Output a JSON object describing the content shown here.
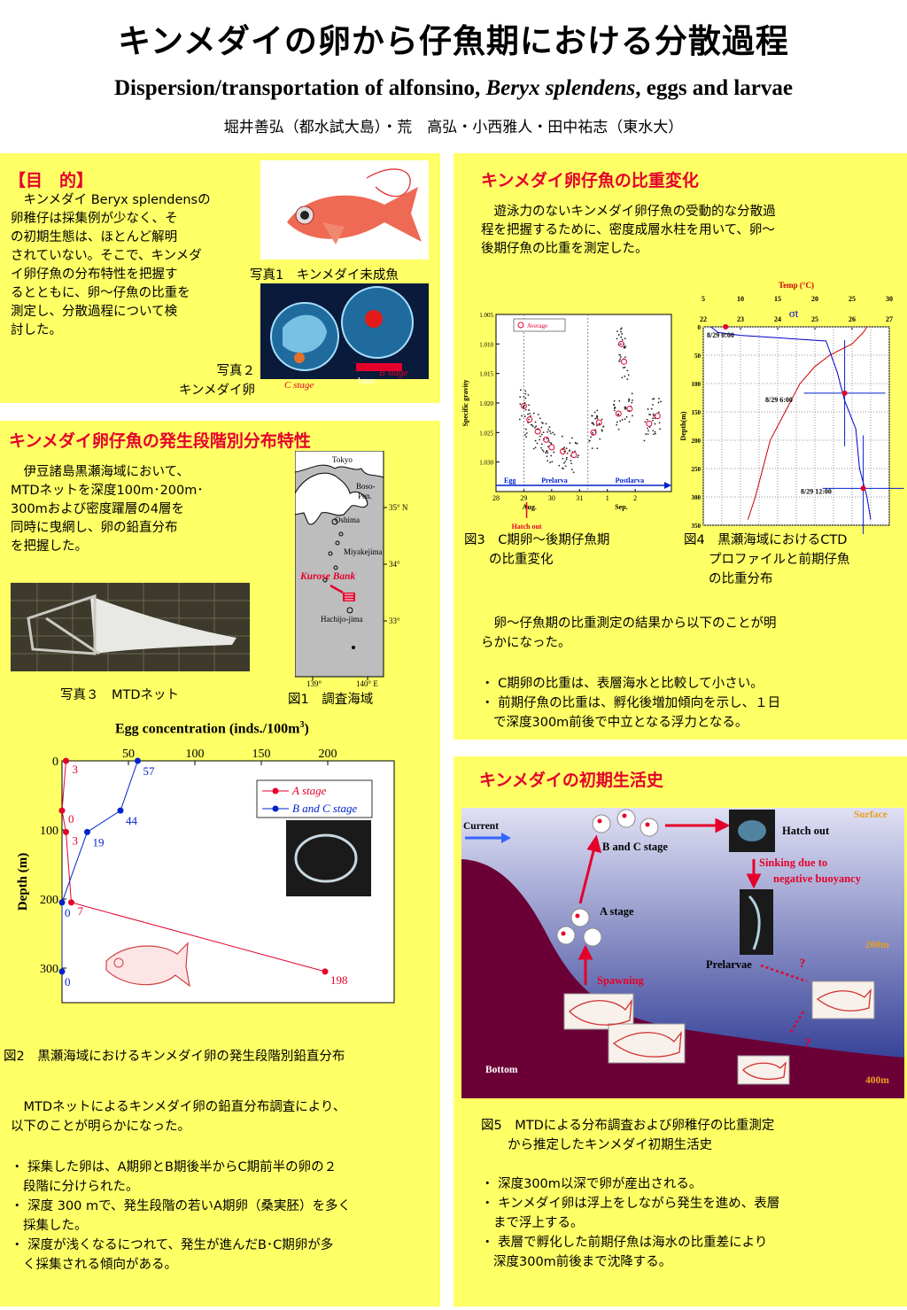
{
  "header": {
    "title_jp": "キンメダイの卵から仔魚期における分散過程",
    "title_en_pre": "Dispersion/transportation of alfonsino, ",
    "title_en_species": "Beryx splendens",
    "title_en_post": ", eggs and larvae",
    "authors": "堀井善弘（都水試大島）・荒　高弘・小西雅人・田中祐志（東水大）"
  },
  "purpose": {
    "heading": "【目　的】",
    "lines": [
      "　キンメダイ Beryx splendensの",
      "卵稚仔は採集例が少なく、そ",
      "の初期生態は、ほとんど解明",
      "されていない。そこで、キンメダ",
      "イ卵仔魚の分布特性を把握す",
      "るとともに、卵～仔魚の比重を",
      "測定し、分散過程について検",
      "討した。"
    ],
    "photo1_caption": "写真1　キンメダイ未成魚",
    "photo2_caption_1": "写真２",
    "photo2_caption_2": "キンメダイ卵",
    "c_stage": "C stage",
    "b_stage": "B stage",
    "scale": "1mm"
  },
  "dist": {
    "heading": "キンメダイ卵仔魚の発生段階別分布特性",
    "lines": [
      "　伊豆諸島黒瀬海域において、",
      "MTDネットを深度100m･200m･",
      "300mおよび密度躍層の4層を",
      "同時に曳網し、卵の鉛直分布",
      "を把握した。"
    ],
    "photo3_caption": "写真３　MTDネット",
    "map_caption": "図1　調査海域",
    "map": {
      "tokyo": "Tokyo",
      "boso": "Boso-",
      "pen": "Pen.",
      "oshima": "Oshima",
      "miyake": "Miyakejima",
      "kurose": "Kurose Bank",
      "hachijo": "Hachijo-jima",
      "lat35": "35°  N",
      "lat34": "34°",
      "lat33": "33°",
      "lon139": "139°",
      "lon140": "140°  E"
    },
    "fig2_caption": "図2　黒瀬海域におけるキンメダイ卵の発生段階別鉛直分布",
    "results_intro": [
      "　MTDネットによるキンメダイ卵の鉛直分布調査により、",
      "以下のことが明らかになった。"
    ],
    "results": [
      [
        "・ 採集した卵は、A期卵とB期後半からC期前半の卵の２",
        "段階に分けられた。"
      ],
      [
        "・ 深度 300 mで、発生段階の若いA期卵（桑実胚）を多く",
        "採集した。"
      ],
      [
        "・ 深度が浅くなるにつれて、発生が進んだB･C期卵が多",
        "く採集される傾向がある。"
      ]
    ]
  },
  "gravity": {
    "heading": "キンメダイ卵仔魚の比重変化",
    "lines": [
      "　遊泳力のないキンメダイ卵仔魚の受動的な分散過",
      "程を把握するために、密度成層水柱を用いて、卵～",
      "後期仔魚の比重を測定した。"
    ],
    "fig3_caption_1": "図3　C期卵～後期仔魚期",
    "fig3_caption_2": "の比重変化",
    "fig4_caption_1": "図4　黒瀬海域におけるCTD",
    "fig4_caption_2": "プロファイルと前期仔魚",
    "fig4_caption_3": "の比重分布",
    "results_intro": [
      "　卵～仔魚期の比重測定の結果から以下のことが明",
      "らかになった。"
    ],
    "results": [
      [
        "・ C期卵の比重は、表層海水と比較して小さい。"
      ],
      [
        "・ 前期仔魚の比重は、孵化後増加傾向を示し、１日",
        "で深度300m前後で中立となる浮力となる。"
      ]
    ]
  },
  "lifehistory": {
    "heading": "キンメダイの初期生活史",
    "current": "Current",
    "bc_stage": "B and C stage",
    "hatch": "Hatch out",
    "sinking_1": "Sinking due to",
    "sinking_2": "negative buoyancy",
    "a_stage": "A stage",
    "prelarvae": "Prelarvae",
    "spawning": "Spawning",
    "surface": "Surface",
    "d200": "200m",
    "d400": "400m",
    "bottom": "Bottom",
    "q1": "?",
    "q2": "?",
    "fig5_caption_1": "図5　MTDによる分布調査および卵稚仔の比重測定",
    "fig5_caption_2": "から推定したキンメダイ初期生活史",
    "results": [
      [
        "・ 深度300m以深で卵が産出される。"
      ],
      [
        "・ キンメダイ卵は浮上をしながら発生を進め、表層",
        "まで浮上する。"
      ],
      [
        "・ 表層で孵化した前期仔魚は海水の比重差により",
        "深度300m前後まで沈降する。"
      ]
    ]
  },
  "chart_data": [
    {
      "type": "line",
      "title": "Egg concentration (inds./100m3)",
      "xlabel": "Egg concentration (inds./100m3)",
      "ylabel": "Depth (m)",
      "xlim": [
        0,
        250
      ],
      "ylim": [
        0,
        350
      ],
      "y_inverted": true,
      "x_ticks": [
        50,
        100,
        150,
        200
      ],
      "y_ticks": [
        0,
        100,
        200,
        300
      ],
      "legend_position": "top-right",
      "series": [
        {
          "name": "A stage",
          "color": "#e4002b",
          "points": [
            {
              "x": 3,
              "y": 0
            },
            {
              "x": 0,
              "y": 72
            },
            {
              "x": 3,
              "y": 103
            },
            {
              "x": 7,
              "y": 205
            },
            {
              "x": 198,
              "y": 305
            }
          ],
          "labels": [
            "3",
            "0",
            "3",
            "7",
            "198"
          ]
        },
        {
          "name": "B and C stage",
          "color": "#0022cc",
          "points": [
            {
              "x": 57,
              "y": 0
            },
            {
              "x": 44,
              "y": 72
            },
            {
              "x": 19,
              "y": 103
            },
            {
              "x": 0,
              "y": 205
            },
            {
              "x": 0,
              "y": 305
            }
          ],
          "labels": [
            "57",
            "44",
            "19",
            "0",
            "0"
          ]
        }
      ]
    },
    {
      "type": "scatter",
      "xlabel": "",
      "ylabel": "Specific gravity",
      "ylim": [
        1.005,
        1.035
      ],
      "y_inverted": true,
      "y_ticks": [
        1.005,
        1.01,
        1.015,
        1.02,
        1.025,
        1.03
      ],
      "x_ticks": [
        "28",
        "29",
        "30",
        "31",
        "1",
        "2"
      ],
      "month_labels": [
        "Aug.",
        "Sep."
      ],
      "stage_labels": [
        "Egg",
        "Prelarva",
        "Postlarva"
      ],
      "hatch_label": "Hatch out",
      "legend": "Average",
      "averages": [
        {
          "x": 29.0,
          "y": 1.0205
        },
        {
          "x": 29.2,
          "y": 1.0228
        },
        {
          "x": 29.5,
          "y": 1.0248
        },
        {
          "x": 29.8,
          "y": 1.0262
        },
        {
          "x": 30.0,
          "y": 1.0275
        },
        {
          "x": 30.4,
          "y": 1.0282
        },
        {
          "x": 30.8,
          "y": 1.0288
        },
        {
          "x": 31.5,
          "y": 1.025
        },
        {
          "x": 31.7,
          "y": 1.0233
        },
        {
          "x": 32.5,
          "y": 1.01
        },
        {
          "x": 32.6,
          "y": 1.013
        },
        {
          "x": 32.4,
          "y": 1.0218
        },
        {
          "x": 32.8,
          "y": 1.021
        },
        {
          "x": 33.5,
          "y": 1.0235
        },
        {
          "x": 33.8,
          "y": 1.0222
        }
      ]
    },
    {
      "type": "line",
      "xlabel": "Temp (°C)",
      "x2label": "σt",
      "ylabel": "Depth(m)",
      "x_ticks": [
        5,
        10,
        15,
        20,
        25,
        30
      ],
      "x2_ticks": [
        22,
        23,
        24,
        25,
        26,
        27
      ],
      "y_ticks": [
        0,
        50,
        100,
        150,
        200,
        250,
        300,
        350
      ],
      "ylim": [
        0,
        350
      ],
      "annotations": [
        "8/29  0:00",
        "8/29  6:00",
        "8/29  12:00"
      ],
      "series": [
        {
          "name": "Temp",
          "color": "#cc0000",
          "points": [
            [
              27,
              0
            ],
            [
              26.5,
              10
            ],
            [
              25,
              30
            ],
            [
              22,
              50
            ],
            [
              20,
              70
            ],
            [
              18,
              100
            ],
            [
              16,
              150
            ],
            [
              14,
              200
            ],
            [
              13,
              250
            ],
            [
              12,
              300
            ],
            [
              11,
              340
            ]
          ]
        },
        {
          "name": "σt",
          "color": "#0000cc",
          "points": [
            [
              22.2,
              0
            ],
            [
              22.4,
              10
            ],
            [
              23,
              15
            ],
            [
              25.3,
              25
            ],
            [
              25.6,
              80
            ],
            [
              25.8,
              130
            ],
            [
              26.1,
              180
            ],
            [
              26.2,
              250
            ],
            [
              26.4,
              300
            ],
            [
              26.5,
              340
            ]
          ]
        }
      ],
      "larvae": [
        {
          "depth": 0,
          "sigma": 22.6
        },
        {
          "depth": 117,
          "sigma": 25.8
        },
        {
          "depth": 285,
          "sigma": 26.3
        }
      ]
    }
  ]
}
